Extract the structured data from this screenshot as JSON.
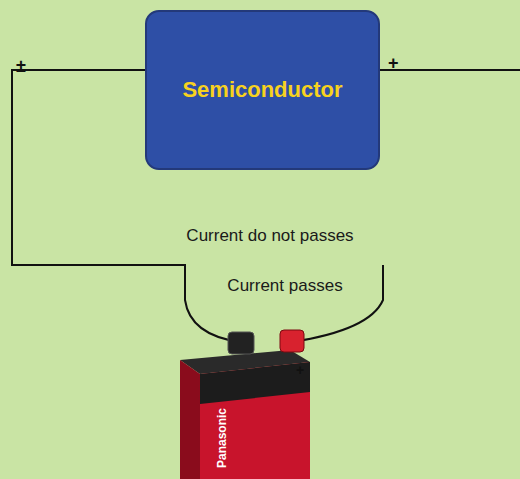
{
  "diagram": {
    "nodes": [
      {
        "text": [
          "Semiconductor"
        ]
      }
    ],
    "labels": [
      "±",
      "+",
      "Current do not passes",
      "Current passes",
      "+",
      "Panasonic"
    ]
  }
}
